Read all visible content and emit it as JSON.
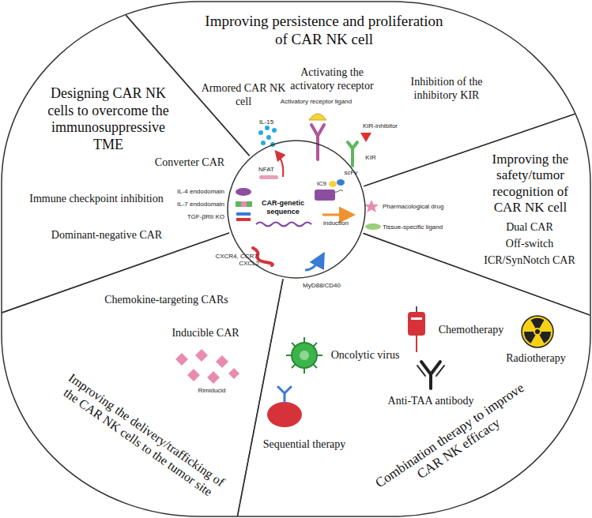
{
  "diagram": {
    "nodes": [
      {
        "text": [
          "Improving persistence and proliferation of CAR NK cell",
          "Armored CAR NK cell",
          "Activating the activatory receptor",
          "Inhibition of the inhibitory KIR"
        ]
      },
      {
        "text": [
          "Improving the safety/tumor recognition of CAR NK cell",
          "Dual CAR",
          "Off-switch",
          "ICR/SynNotch CAR"
        ]
      },
      {
        "text": [
          "Combination therapy to improve CAR NK efficacy",
          "Oncolytic virus",
          "Chemotherapy",
          "Radiotherapy",
          "Anti-TAA antibody",
          "Sequential therapy"
        ]
      },
      {
        "text": [
          "Improving the delivery/trafficking of the CAR NK cells to the tumor site",
          "Chemokine-targeting CARs",
          "Inducible CAR"
        ]
      },
      {
        "text": [
          "Designing CAR NK cells to overcome the immunosuppressive TME",
          "Converter CAR",
          "Immune checkpoint inhibition",
          "Dominant-negative CAR"
        ]
      },
      {
        "text": [
          "CAR-genetic sequence"
        ]
      }
    ],
    "labels": [
      "IL-15",
      "NFAT",
      "Activatory receptor ligand",
      "KIR-inhibitor",
      "KIR",
      "scFv",
      "iC9",
      "Pharmacological drug",
      "Tissue-specific ligand",
      "induction",
      "IL-4 endodomain",
      "IL-7 endodomain",
      "TGF-βRII KO",
      "CXCR4, CCR7, CXCL2",
      "MyD88/CD40",
      "Rimiducid"
    ]
  }
}
